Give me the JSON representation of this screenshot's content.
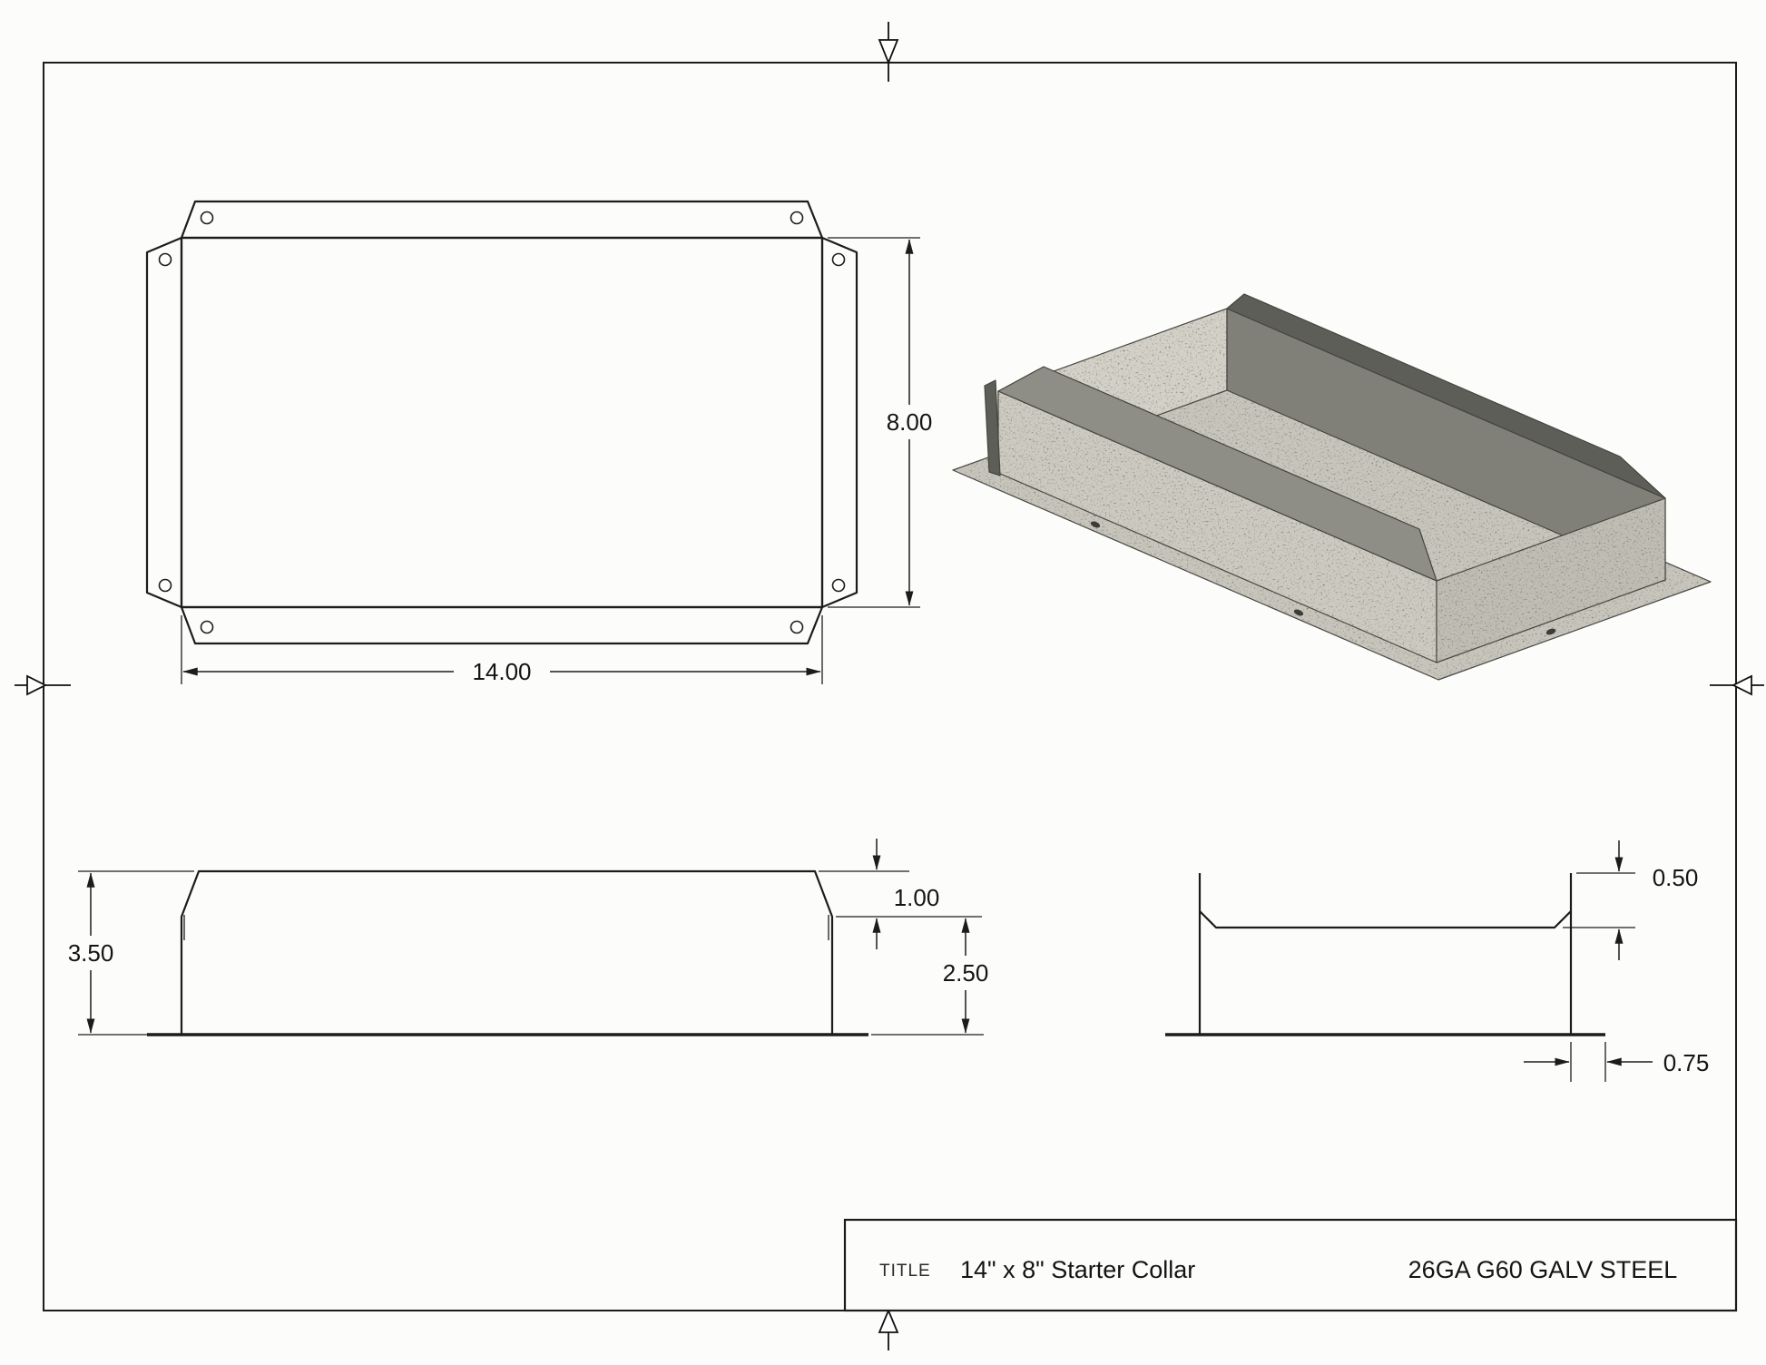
{
  "drawing": {
    "title_label": "TITLE",
    "title": "14\" x 8\" Starter Collar",
    "material": "26GA G60 GALV STEEL"
  },
  "dimensions": {
    "plan_width": "14.00",
    "plan_height": "8.00",
    "front_total_height": "3.50",
    "front_taper_height": "1.00",
    "front_wall_height": "2.50",
    "side_top_inset": "0.50",
    "side_flange_width": "0.75"
  },
  "colors": {
    "line": "#1c1c1c",
    "steel_flange": "#c8c6bc",
    "steel_light": "#cdcbc1",
    "steel_light_2": "#d4d2c8",
    "steel_light_3": "#c0beb4",
    "steel_mid": "#8e8e87",
    "steel_dark": "#807f78",
    "steel_darkest": "#5e5e58",
    "hole_dark": "#3d3d38"
  }
}
